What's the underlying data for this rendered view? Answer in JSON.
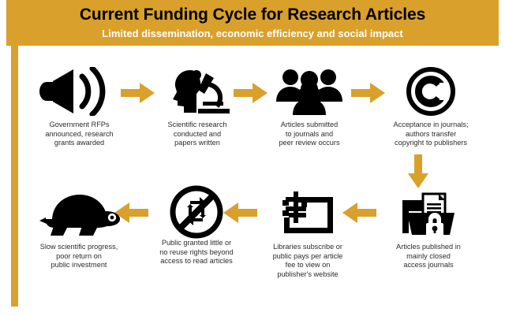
{
  "header": {
    "title": "Current Funding Cycle for Research Articles",
    "subtitle": "Limited dissemination, economic efficiency and social impact",
    "band_color": "#d9a02b",
    "title_color": "#000000",
    "subtitle_color": "#ffffff"
  },
  "accent": {
    "gold": "#d9a02b",
    "icon_black": "#000000",
    "caption_color": "#2b2b2b"
  },
  "steps": [
    {
      "id": "government-rfps",
      "icon": "megaphone-icon",
      "caption": "Government RFPs\nannounced, research\ngrants awarded"
    },
    {
      "id": "scientific-research",
      "icon": "microscope-researcher-icon",
      "caption": "Scientific research\nconducted and\npapers written"
    },
    {
      "id": "articles-submitted",
      "icon": "people-group-icon",
      "caption": "Articles submitted\nto journals and\npeer review occurs"
    },
    {
      "id": "copyright-transfer",
      "icon": "copyright-icon",
      "caption": "Acceptance in journals;\nauthors transfer\ncopyright to publishers"
    },
    {
      "id": "closed-access-journals",
      "icon": "locked-folder-icon",
      "caption": "Articles published in\nmainly closed\naccess journals"
    },
    {
      "id": "paywall-subscription",
      "icon": "paywall-dollar-icon",
      "caption": "Libraries subscribe or\npublic pays per article\nfee to view on\npublisher's website"
    },
    {
      "id": "no-reuse-rights",
      "icon": "no-reuse-icon",
      "caption": "Public granted little or\nno reuse rights beyond\naccess to read articles"
    },
    {
      "id": "slow-progress",
      "icon": "turtle-icon",
      "caption": "Slow scientific progress,\npoor return on\npublic investment"
    }
  ],
  "arrows": [
    {
      "id": "arrow-1",
      "direction": "right"
    },
    {
      "id": "arrow-2",
      "direction": "right"
    },
    {
      "id": "arrow-3",
      "direction": "right"
    },
    {
      "id": "arrow-4",
      "direction": "down"
    },
    {
      "id": "arrow-5",
      "direction": "left"
    },
    {
      "id": "arrow-6",
      "direction": "left"
    },
    {
      "id": "arrow-7",
      "direction": "left"
    }
  ]
}
